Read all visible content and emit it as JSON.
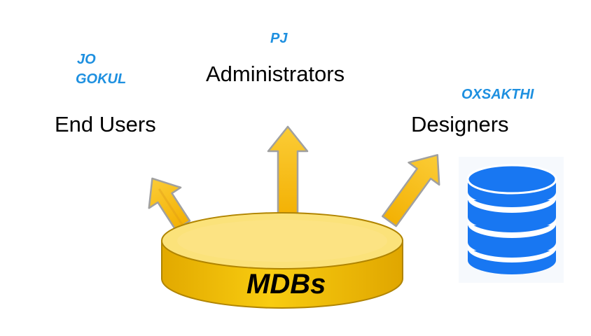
{
  "roles": {
    "end_users": "End Users",
    "administrators": "Administrators",
    "designers": "Designers"
  },
  "names": {
    "end_users_1": "JO",
    "end_users_2": "GOKUL",
    "administrators": "PJ",
    "designers": "OXSAKTHI"
  },
  "database": {
    "label": "MDBs"
  },
  "colors": {
    "arrow_fill": "#f7bb15",
    "arrow_stroke": "#9a9a9a",
    "disk_fill": "#f5c400",
    "disk_top": "#fbe06a",
    "name_text": "#1e90e0",
    "db_icon": "#1877f2"
  },
  "icons": {
    "database": "database-icon",
    "arrows": "arrow-up-icon"
  }
}
